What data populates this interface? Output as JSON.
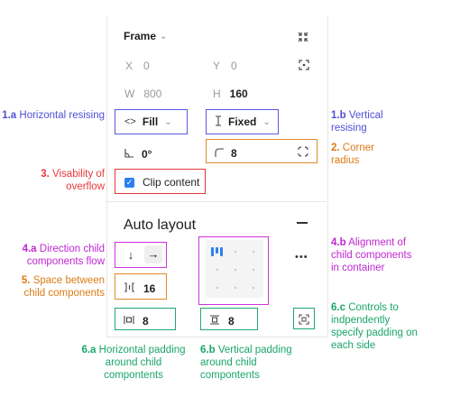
{
  "frame": {
    "title": "Frame",
    "x_label": "X",
    "x_value": "0",
    "y_label": "Y",
    "y_value": "0",
    "w_label": "W",
    "w_value": "800",
    "h_label": "H",
    "h_value": "160",
    "horizontal_resizing": "Fill",
    "vertical_resizing": "Fixed",
    "rotation": "0°",
    "corner_radius": "8",
    "clip_content_label": "Clip content",
    "clip_content_checked": true
  },
  "auto_layout": {
    "title": "Auto layout",
    "spacing": "16",
    "horizontal_padding": "8",
    "vertical_padding": "8",
    "more_icon": "•••"
  },
  "annotations": {
    "a1a_num": "1.a",
    "a1a_text": "Horizontal resising",
    "a1b_num": "1.b",
    "a1b_text": "Vertical resising",
    "a2_num": "2.",
    "a2_text": "Corner radius",
    "a3_num": "3.",
    "a3_text": "Visability of overflow",
    "a4a_num": "4.a",
    "a4a_text": "Direction child components flow",
    "a4b_num": "4.b",
    "a4b_text": "Alignment of child components in container",
    "a5_num": "5.",
    "a5_text": "Space between child components",
    "a6a_num": "6.a",
    "a6a_text": "Horizontal padding around child compontents",
    "a6b_num": "6.b",
    "a6b_text": "Vertical padding around child compontents",
    "a6c_num": "6.c",
    "a6c_text": "Controls to indpendently specify padding on each side"
  },
  "colors": {
    "blue": "#4f4fd6",
    "orange": "#dc7c14",
    "red": "#e5383b",
    "magenta": "#c026d3",
    "green": "#1aa56b",
    "accent": "#2f80ed"
  },
  "icons": {
    "collapse": "collapse-arrows-icon",
    "constraints": "constraints-icon",
    "corner_independent": "independent-corners-icon",
    "padding_independent": "independent-padding-icon"
  }
}
